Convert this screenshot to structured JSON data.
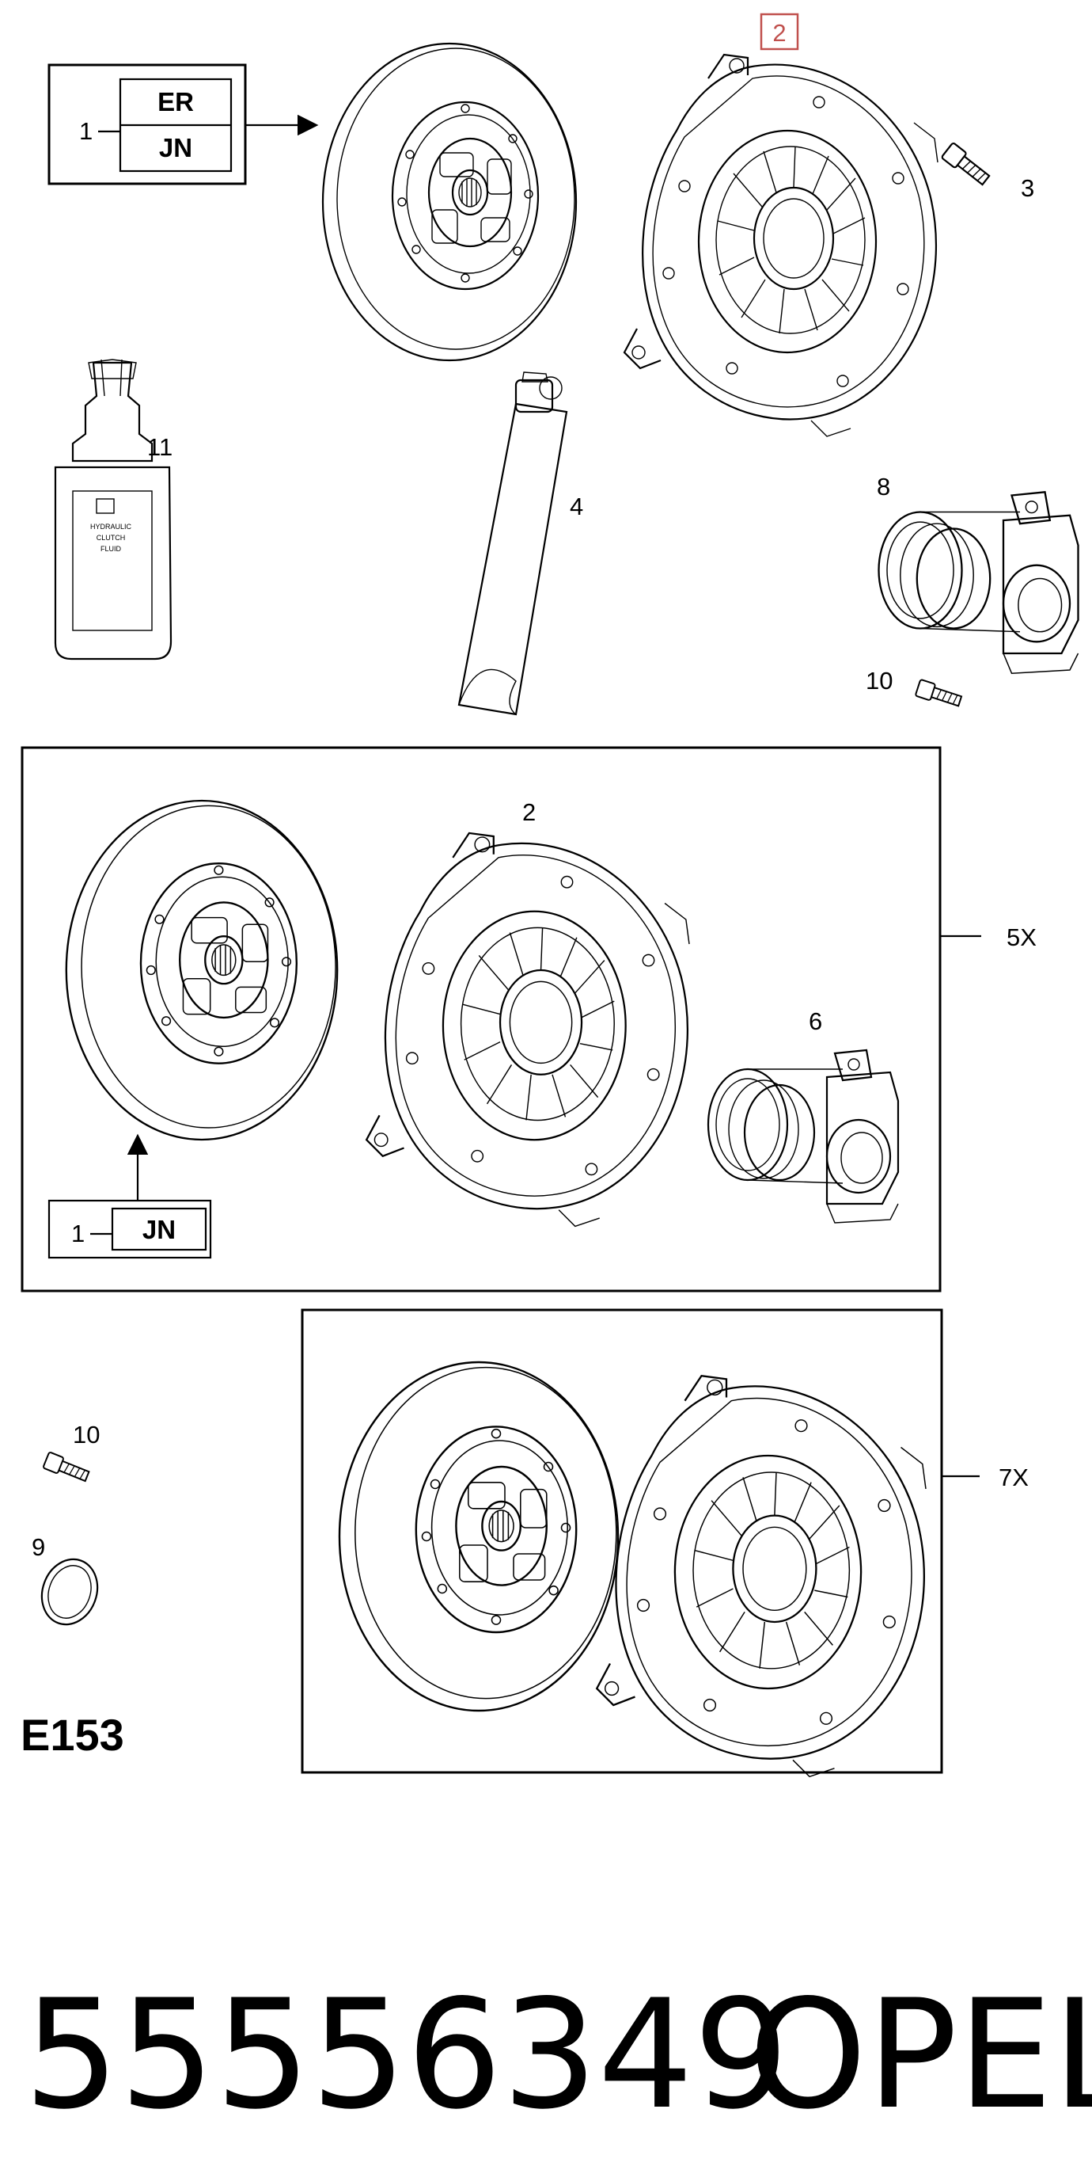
{
  "highlight": {
    "label": "2",
    "color": "#c0504d"
  },
  "legend_top": {
    "index": "1",
    "codes": [
      "ER",
      "JN"
    ]
  },
  "legend_kit": {
    "index": "1",
    "code": "JN"
  },
  "parts": {
    "p2_top": "2",
    "p3": "3",
    "p4": "4",
    "p8": "8",
    "p10_top": "10",
    "p11": "11",
    "p2_kit": "2",
    "p6": "6",
    "p10_bottom": "10",
    "p9": "9"
  },
  "kits": {
    "kit_5x": "5X",
    "kit_7x": "7X"
  },
  "diagram_code": "E153",
  "footer": {
    "part_number": "55556349",
    "brand": "OPEL"
  },
  "bottle_text": [
    "HYDRAULIC",
    "CLUTCH",
    "FLUID"
  ],
  "icons": [
    "clutch-disc-icon",
    "pressure-plate-icon",
    "bolt-icon",
    "grease-tube-icon",
    "fluid-bottle-icon",
    "release-bearing-icon",
    "o-ring-icon",
    "arrow-icon"
  ]
}
